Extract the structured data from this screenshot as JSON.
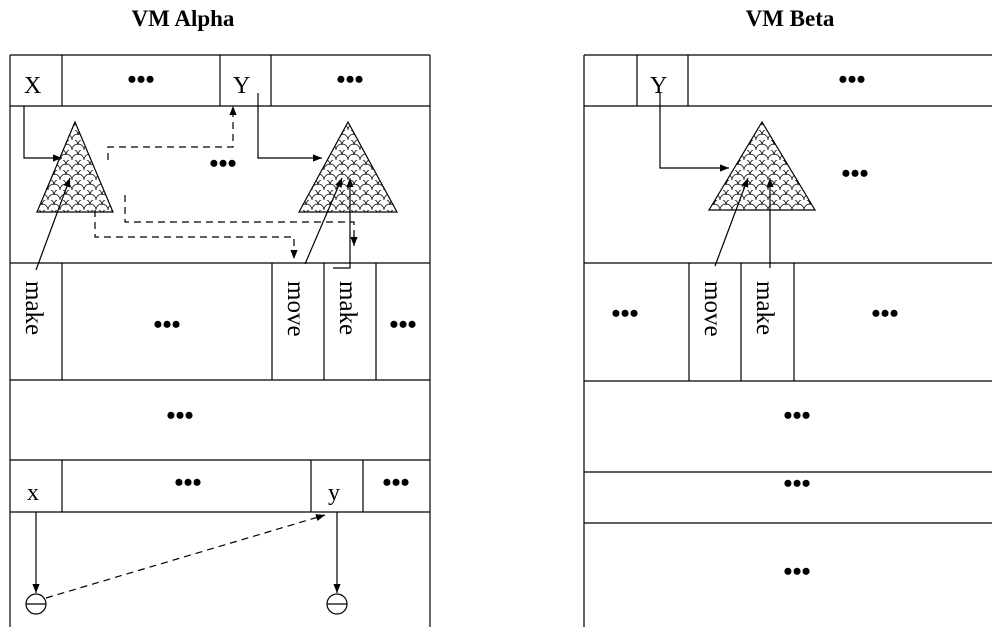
{
  "titles": {
    "alpha": "VM Alpha",
    "beta": "VM Beta"
  },
  "ellipsis": "•••",
  "alpha": {
    "top_row": {
      "x_label": "X",
      "y_label": "Y"
    },
    "method_row": {
      "make_left": "make",
      "move": "move",
      "make_right": "make"
    },
    "local_row": {
      "x_label": "x",
      "y_label": "y"
    }
  },
  "beta": {
    "top_row": {
      "y_label": "Y"
    },
    "method_row": {
      "move": "move",
      "make": "make"
    }
  }
}
